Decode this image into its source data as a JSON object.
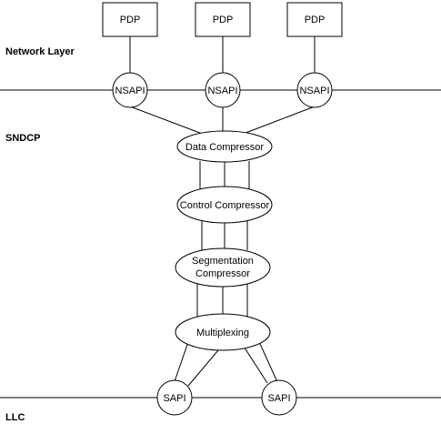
{
  "layers": {
    "network": "Network Layer",
    "sndcp": "SNDCP",
    "llc": "LLC"
  },
  "pdp": [
    "PDP",
    "PDP",
    "PDP"
  ],
  "nsapi": [
    "NSAPI",
    "NSAPI",
    "NSAPI"
  ],
  "data_compressor": "Data Compressor",
  "control_compressor": "Control Compressor",
  "segmentation_compressor": {
    "line1": "Segmentation",
    "line2": "Compressor"
  },
  "multiplexing": "Multiplexing",
  "sapi": [
    "SAPI",
    "SAPI"
  ]
}
